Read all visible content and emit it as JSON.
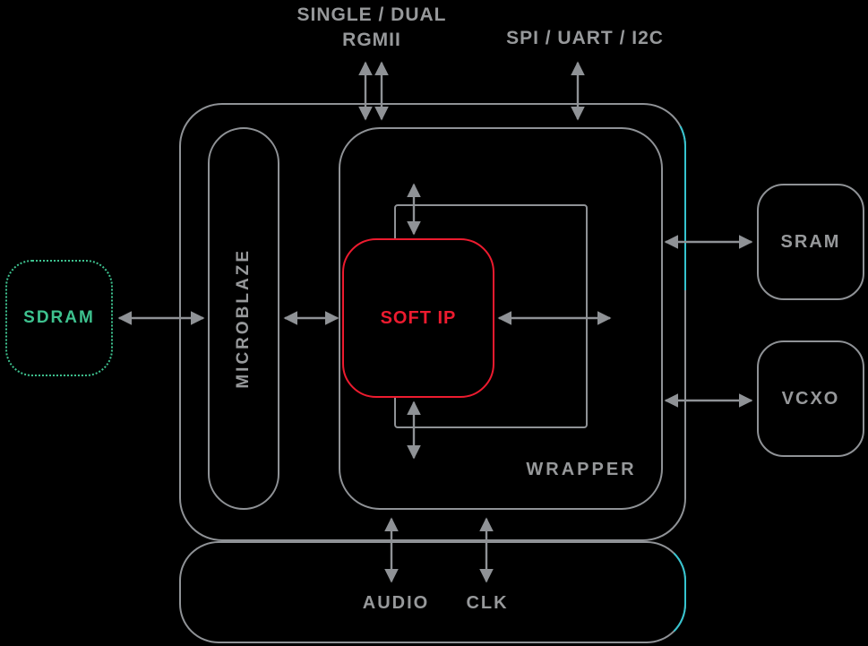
{
  "labels": {
    "rgmii_line1": "SINGLE / DUAL",
    "rgmii_line2": "RGMII",
    "spi_uart_i2c": "SPI / UART / I2C",
    "sdram": "SDRAM",
    "microblaze": "MICROBLAZE",
    "soft_ip": "SOFT IP",
    "wrapper": "WRAPPER",
    "sram": "SRAM",
    "vcxo": "VCXO",
    "audio": "AUDIO",
    "clk": "CLK"
  },
  "colors": {
    "background": "#000000",
    "line": "#8f9296",
    "text": "#97999b",
    "red": "#ed1b2f",
    "green": "#3ec28f",
    "teal": "#35c4cf"
  },
  "arrows": [
    "rgmii-dual-arrow-left",
    "rgmii-dual-arrow-right",
    "spi-uart-i2c-arrow",
    "sdram-bus-arrow",
    "microblaze-softip-arrow",
    "softip-right-arrow",
    "softip-top-arrow",
    "softip-bottom-arrow",
    "wrapper-sram-arrow",
    "wrapper-vcxo-arrow",
    "audio-arrow",
    "clk-arrow"
  ]
}
